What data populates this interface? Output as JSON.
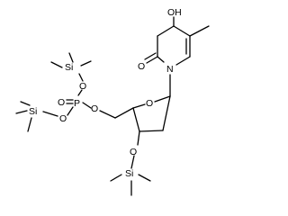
{
  "molecule": {
    "atoms": {
      "o_hydroxy": "OH",
      "o_carbonyl": "O",
      "n_ring": "N",
      "o_ring": "O",
      "o_5prime": "O",
      "p_phosphate": "P",
      "o_phosphoryl": "O",
      "o_ester_upper": "O",
      "si_upper": "Si",
      "o_ester_lower": "O",
      "si_lower": "Si",
      "o_3prime": "O",
      "si_3prime": "Si"
    }
  }
}
